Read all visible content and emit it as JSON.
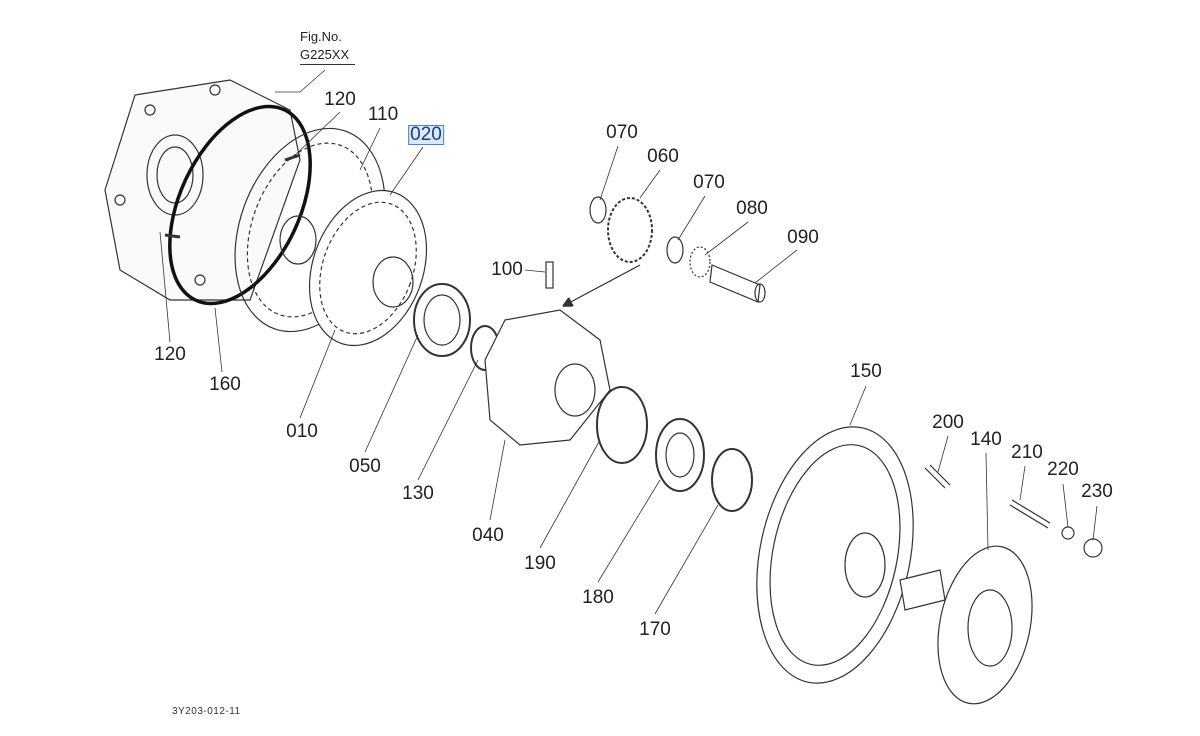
{
  "figure": {
    "label": "Fig.No.",
    "number": "G225XX"
  },
  "drawing_code": "3Y203-012-11",
  "selected_part": "020",
  "highlight_color": "#4a7fd0",
  "parts": {
    "p120a": "120",
    "p110": "110",
    "p020": "020",
    "p070a": "070",
    "p060": "060",
    "p070b": "070",
    "p080": "080",
    "p090": "090",
    "p100": "100",
    "p120b": "120",
    "p160": "160",
    "p010": "010",
    "p050": "050",
    "p130": "130",
    "p040": "040",
    "p190": "190",
    "p180": "180",
    "p170": "170",
    "p150": "150",
    "p200": "200",
    "p140": "140",
    "p210": "210",
    "p220": "220",
    "p230": "230"
  }
}
